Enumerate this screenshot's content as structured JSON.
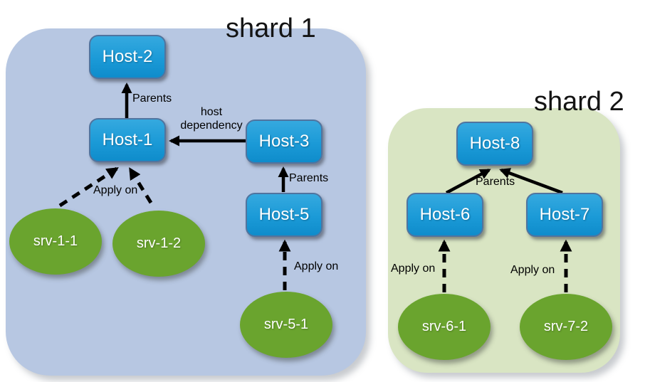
{
  "colors": {
    "shard1-bg": "#b7c7e2",
    "shard2-bg": "#d9e5c3",
    "host-fill": "#1b9ad7",
    "host-border": "#50749f",
    "srv-fill": "#6aa42e",
    "arrow": "#000000",
    "title-text": "#141414",
    "node-text": "#ffffff"
  },
  "shards": [
    {
      "title": "shard 1",
      "hosts": [
        {
          "label": "Host-2"
        },
        {
          "label": "Host-1"
        },
        {
          "label": "Host-3"
        },
        {
          "label": "Host-5"
        }
      ],
      "services": [
        {
          "label": "srv-1-1"
        },
        {
          "label": "srv-1-2"
        },
        {
          "label": "srv-5-1"
        }
      ]
    },
    {
      "title": "shard 2",
      "hosts": [
        {
          "label": "Host-8"
        },
        {
          "label": "Host-6"
        },
        {
          "label": "Host-7"
        }
      ],
      "services": [
        {
          "label": "srv-6-1"
        },
        {
          "label": "srv-7-2"
        }
      ]
    }
  ],
  "edges": [
    {
      "from": "Host-1",
      "to": "Host-2",
      "style": "solid",
      "label": "Parents"
    },
    {
      "from": "Host-3",
      "to": "Host-1",
      "style": "solid",
      "label": "host dependency"
    },
    {
      "from": "Host-5",
      "to": "Host-3",
      "style": "solid",
      "label": "Parents"
    },
    {
      "from": "srv-1-1",
      "to": "Host-1",
      "style": "dashed",
      "label": "Apply on"
    },
    {
      "from": "srv-1-2",
      "to": "Host-1",
      "style": "dashed",
      "label": ""
    },
    {
      "from": "srv-5-1",
      "to": "Host-5",
      "style": "dashed",
      "label": "Apply on"
    },
    {
      "from": "Host-6",
      "to": "Host-8",
      "style": "solid",
      "label": "Parents"
    },
    {
      "from": "Host-7",
      "to": "Host-8",
      "style": "solid",
      "label": ""
    },
    {
      "from": "srv-6-1",
      "to": "Host-6",
      "style": "dashed",
      "label": "Apply on"
    },
    {
      "from": "srv-7-2",
      "to": "Host-7",
      "style": "dashed",
      "label": "Apply on"
    }
  ]
}
